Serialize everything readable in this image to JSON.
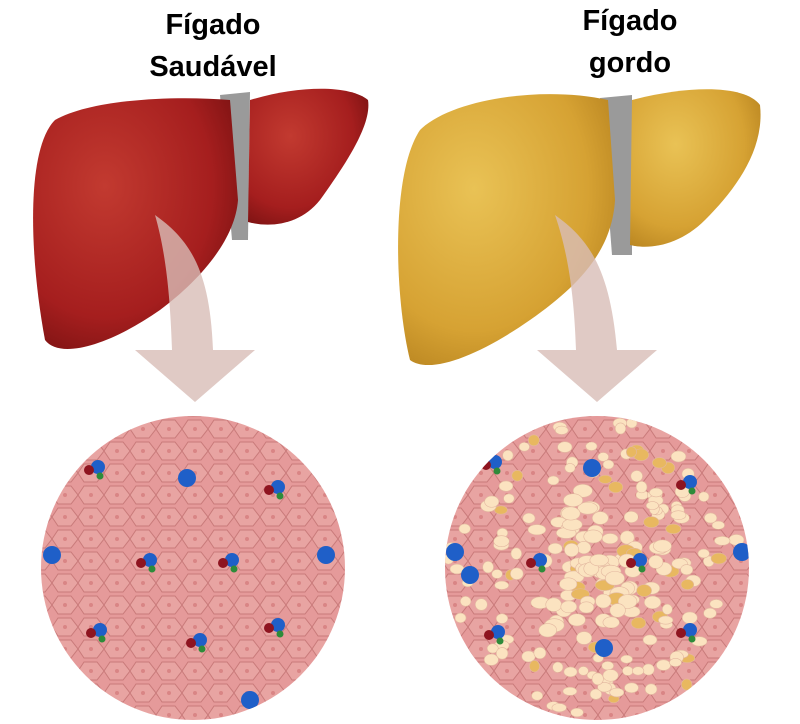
{
  "left": {
    "title_line1": "Fígado",
    "title_line2": "Saudável",
    "liver_color": "#a8201f"
  },
  "right": {
    "title_line1": "Fígado",
    "title_line2": "gordo",
    "liver_color": "#d6a233"
  },
  "colors": {
    "tissue": "#e59a9a",
    "cell_border": "#c97a7a",
    "fat": "#fbe3c0",
    "arrow": "#d8bdb6",
    "ligament": "#9a9a9a",
    "blue": "#1f5fc8",
    "red": "#8e1420",
    "green": "#2e8b3a"
  }
}
